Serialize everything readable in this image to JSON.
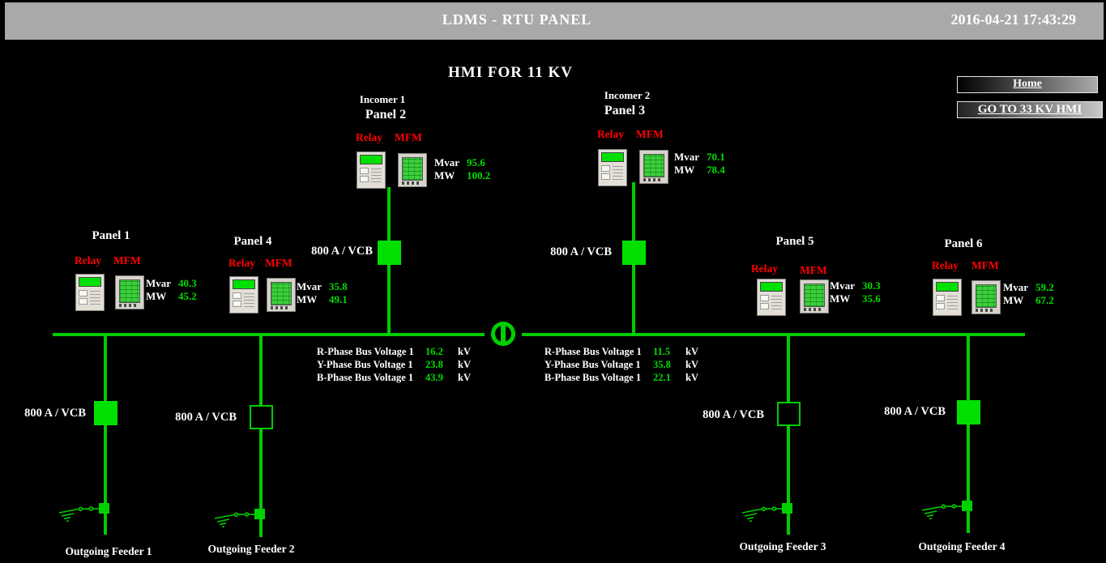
{
  "header": {
    "title": "LDMS - RTU PANEL",
    "timestamp": "2016-04-21 17:43:29"
  },
  "buttons": {
    "home": "Home",
    "goto33": "GO TO 33 KV HMI"
  },
  "page": {
    "title": "HMI FOR 11 KV"
  },
  "labels": {
    "relay": "Relay",
    "mfm": "MFM",
    "mvar": "Mvar",
    "mw": "MW",
    "kv": "kV"
  },
  "incomers": [
    {
      "name": "Incomer 1",
      "panel": "Panel 2",
      "mvar": "95.6",
      "mw": "100.2",
      "breaker_rating": "800 A / VCB",
      "breaker_state": "closed"
    },
    {
      "name": "Incomer 2",
      "panel": "Panel 3",
      "mvar": "70.1",
      "mw": "78.4",
      "breaker_rating": "800 A / VCB",
      "breaker_state": "closed"
    }
  ],
  "panels": [
    {
      "name": "Panel 1",
      "mvar": "40.3",
      "mw": "45.2"
    },
    {
      "name": "Panel 4",
      "mvar": "35.8",
      "mw": "49.1"
    },
    {
      "name": "Panel 5",
      "mvar": "30.3",
      "mw": "35.6"
    },
    {
      "name": "Panel 6",
      "mvar": "59.2",
      "mw": "67.2"
    }
  ],
  "bus_voltages": {
    "left": [
      {
        "label": "R-Phase Bus Voltage 1",
        "value": "16.2",
        "unit": "kV"
      },
      {
        "label": "Y-Phase Bus Voltage 1",
        "value": "23.8",
        "unit": "kV"
      },
      {
        "label": "B-Phase Bus Voltage 1",
        "value": "43.9",
        "unit": "kV"
      }
    ],
    "right": [
      {
        "label": "R-Phase Bus Voltage 1",
        "value": "11.5",
        "unit": "kV"
      },
      {
        "label": "Y-Phase Bus Voltage 1",
        "value": "35.8",
        "unit": "kV"
      },
      {
        "label": "B-Phase Bus Voltage 1",
        "value": "22.1",
        "unit": "kV"
      }
    ]
  },
  "feeders": [
    {
      "name": "Outgoing Feeder 1",
      "breaker_rating": "800 A / VCB",
      "breaker_state": "closed"
    },
    {
      "name": "Outgoing Feeder 2",
      "breaker_rating": "800 A / VCB",
      "breaker_state": "open"
    },
    {
      "name": "Outgoing Feeder 3",
      "breaker_rating": "800 A / VCB",
      "breaker_state": "open"
    },
    {
      "name": "Outgoing Feeder 4",
      "breaker_rating": "800 A / VCB",
      "breaker_state": "closed"
    }
  ],
  "colors": {
    "line_green": "#00cc00",
    "device_green": "#00e000",
    "value_green": "#00dd00",
    "label_red": "#ff0000",
    "header_gray": "#a9a9a9"
  }
}
